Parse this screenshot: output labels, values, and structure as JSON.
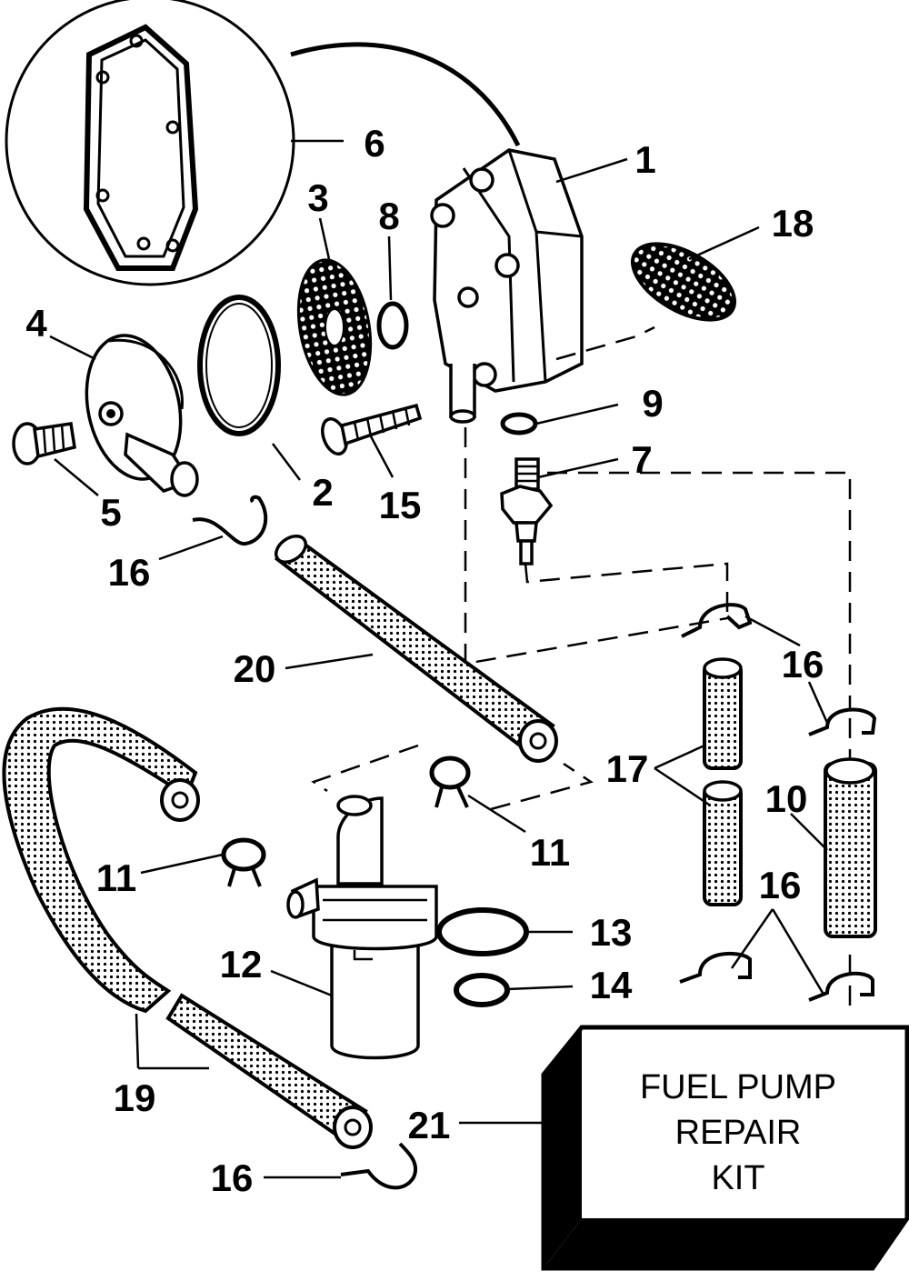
{
  "labels": {
    "p1": "1",
    "p2": "2",
    "p3": "3",
    "p4": "4",
    "p5": "5",
    "p6": "6",
    "p7": "7",
    "p8": "8",
    "p9": "9",
    "p10": "10",
    "p11a": "11",
    "p11b": "11",
    "p12": "12",
    "p13": "13",
    "p14": "14",
    "p15": "15",
    "p16a": "16",
    "p16b": "16",
    "p16c": "16",
    "p16d": "16",
    "p17": "17",
    "p18": "18",
    "p19": "19",
    "p20": "20",
    "p21": "21"
  },
  "kit": {
    "line1": "FUEL PUMP",
    "line2": "REPAIR",
    "line3": "KIT"
  }
}
